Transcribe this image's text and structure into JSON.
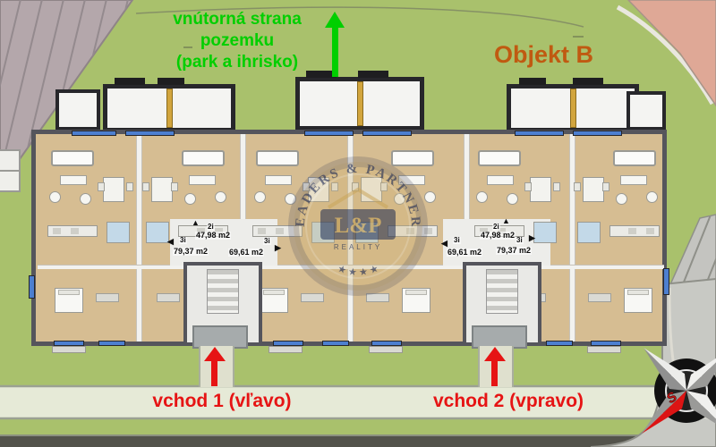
{
  "site": {
    "inner_side_note": [
      "vnútorná strana",
      "pozemku",
      "(park a ihrisko)"
    ],
    "object_title": "Objekt B",
    "entrance_1_label": "vchod 1 (vľavo)",
    "entrance_2_label": "vchod 2 (vpravo)"
  },
  "apartment_labels": {
    "left_group": {
      "center_type": "2i",
      "center_area": "47,98 m2",
      "left_type": "3i",
      "left_area": "79,37 m2",
      "right_type": "3i",
      "right_area": "69,61 m2"
    },
    "right_group": {
      "center_type": "2i",
      "center_area": "47,98 m2",
      "left_type": "3i",
      "left_area": "69,61 m2",
      "right_type": "3i",
      "right_area": "79,37 m2"
    }
  },
  "watermark": {
    "arc_text": "LEADERS & PARTNERS",
    "monogram": "L&P",
    "subtitle": "REALITY",
    "stars": "★ ★ ★ ★"
  },
  "compass": {
    "south_label": "S"
  },
  "icons": {
    "arrow_up": "▲",
    "arrow_left": "◀",
    "arrow_right": "▶"
  },
  "colors": {
    "grass": "#a9c16c",
    "floor_tan": "#d6bd92",
    "wall_dark": "#55555c",
    "glass_blue": "#4d7fd0",
    "wood_yellow": "#d2a53e",
    "note_green": "#00cf00",
    "entrance_red": "#e61414",
    "object_orange": "#c05a11",
    "path_light": "#e6ead7",
    "road_gray": "#c8c9c4"
  }
}
